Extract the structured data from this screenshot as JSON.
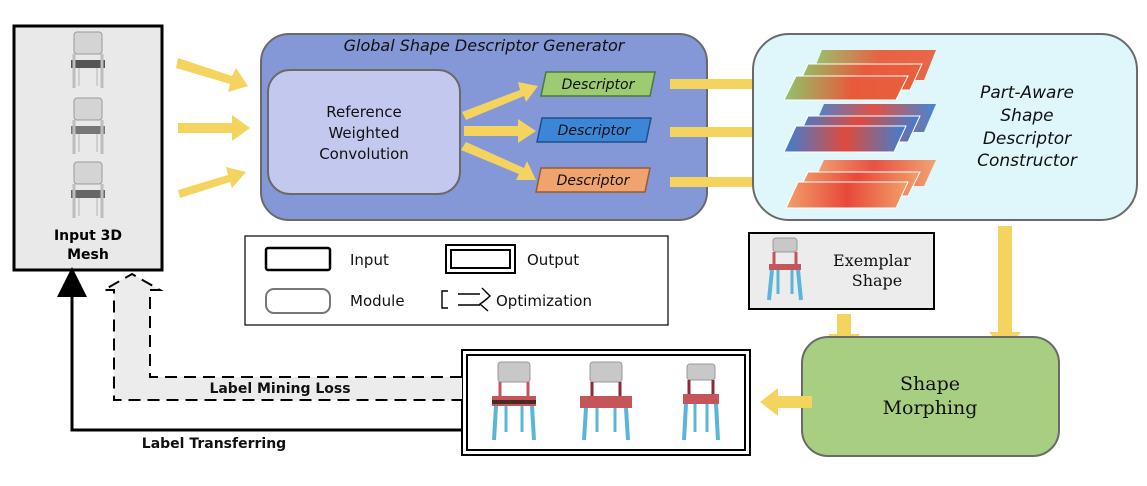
{
  "input_mesh": {
    "label_line1": "Input 3D",
    "label_line2": "Mesh"
  },
  "generator": {
    "title": "Global Shape Descriptor Generator",
    "module_line1": "Reference",
    "module_line2": "Weighted",
    "module_line3": "Convolution",
    "descriptors": [
      "Descriptor",
      "Descriptor",
      "Descriptor"
    ]
  },
  "constructor": {
    "line1": "Part-Aware",
    "line2": "Shape",
    "line3": "Descriptor",
    "line4": "Constructor"
  },
  "legend": {
    "input": "Input",
    "output": "Output",
    "module": "Module",
    "optimization": "Optimization"
  },
  "exemplar": {
    "line1": "Exemplar",
    "line2": "Shape"
  },
  "morphing": {
    "line1": "Shape",
    "line2": "Morphing"
  },
  "losses": {
    "label_mining": "Label Mining Loss",
    "label_transferring": "Label Transferring"
  },
  "colors": {
    "arrow_yellow": "#f4d35e",
    "generator_fill": "#8497d6",
    "module_fill": "#c3c9ee",
    "constructor_fill": "#dff6fb",
    "morphing_fill": "#a8cf81",
    "desc_green": "#9ccb72",
    "desc_blue": "#3b86d6",
    "desc_orange": "#f0a36d",
    "chair_part_grey": "#c8c8c8",
    "chair_part_red": "#c4555a",
    "chair_part_blue": "#5bb5d9"
  }
}
